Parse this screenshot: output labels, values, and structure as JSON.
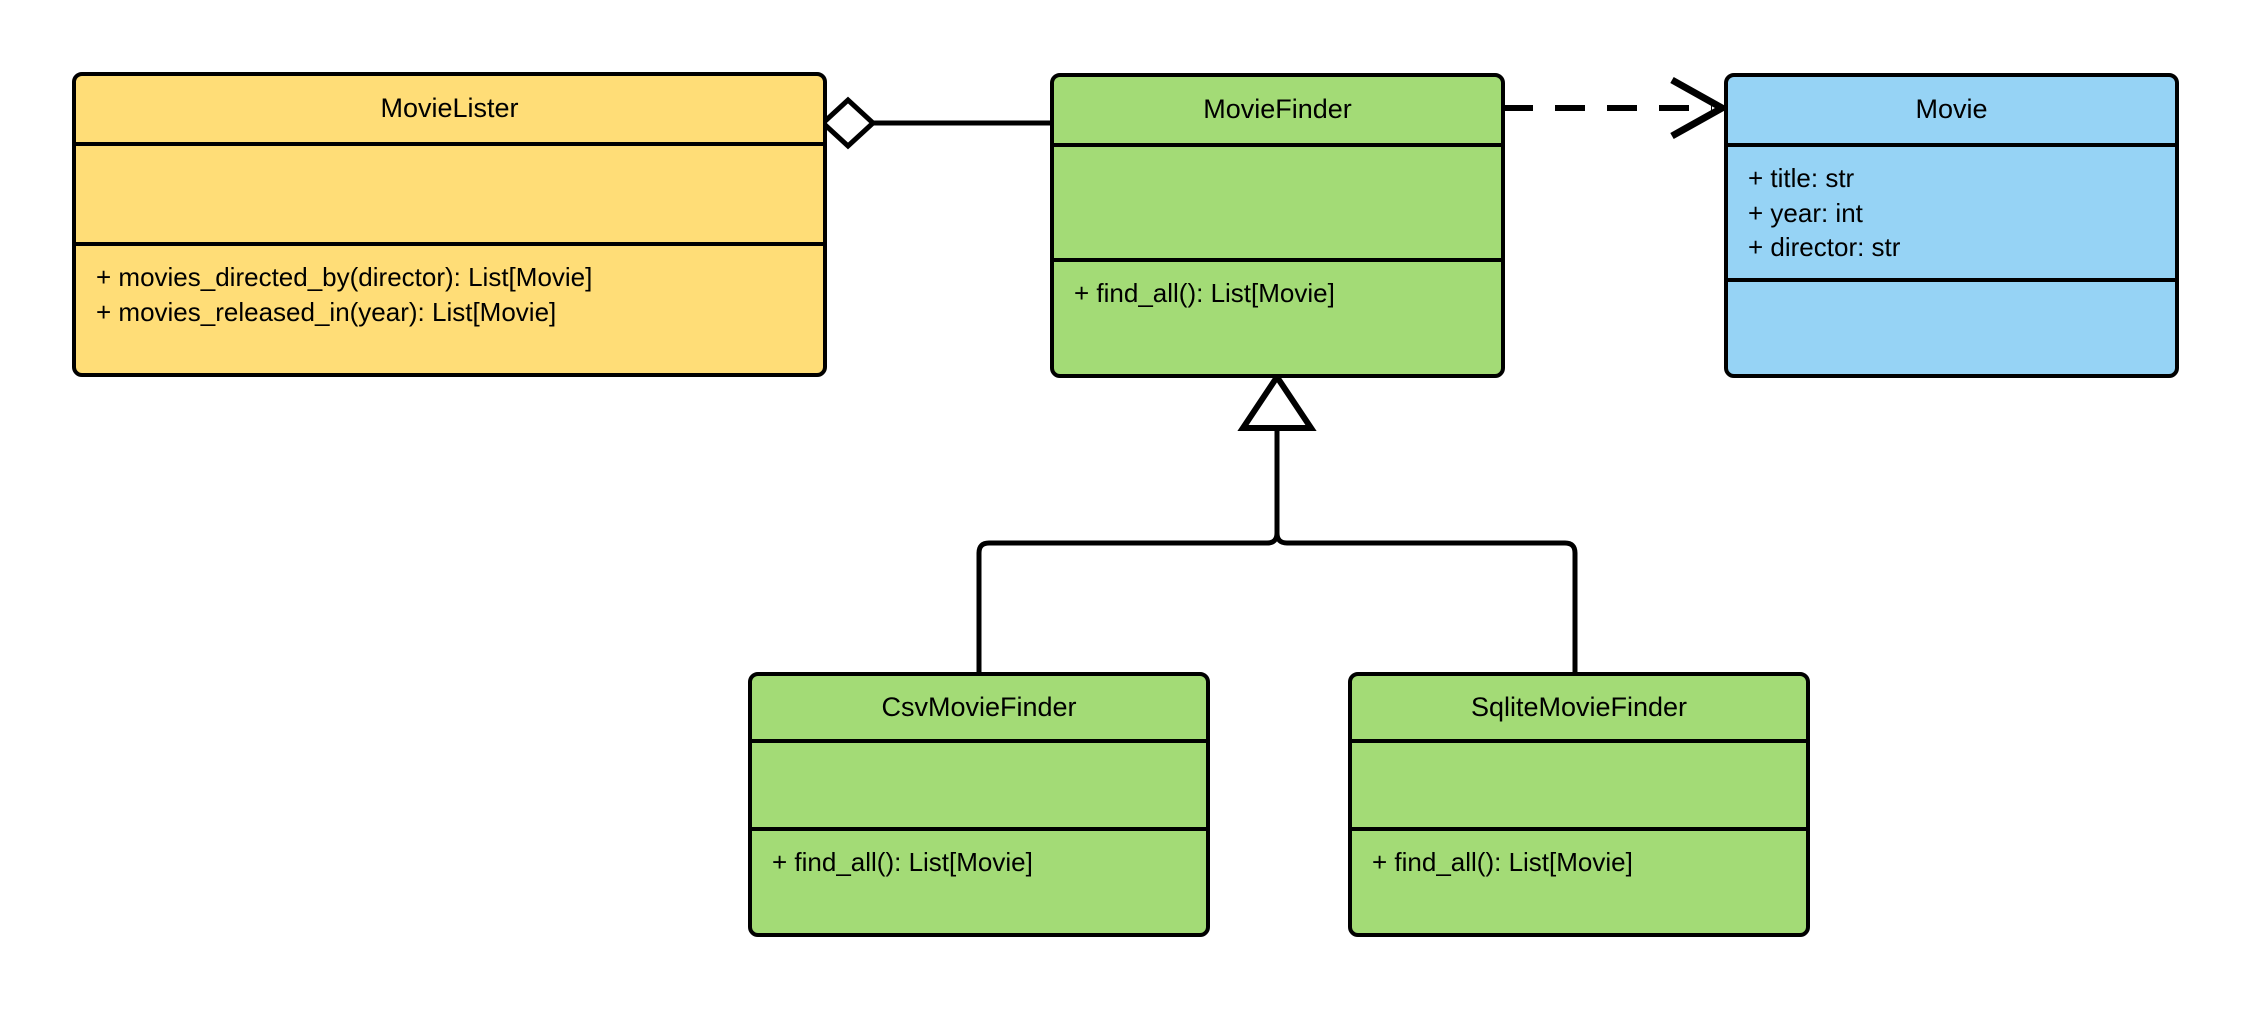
{
  "diagram": {
    "type": "uml-class-diagram",
    "title": "MovieLister dependency injection class diagram",
    "background": "#ffffff",
    "stroke": "#000000",
    "colors": {
      "client": "#FFDD77",
      "finder": "#A3DB76",
      "entity": "#96D3F5",
      "line": "#000000"
    }
  },
  "classes": [
    {
      "id": "movie-lister",
      "name": "MovieLister",
      "fill": "#FFDD77",
      "attributes": [],
      "methods": [
        "+ movies_directed_by(director): List[Movie]",
        "+ movies_released_in(year): List[Movie]"
      ]
    },
    {
      "id": "movie-finder",
      "name": "MovieFinder",
      "fill": "#A3DB76",
      "attributes": [],
      "methods": [
        "+ find_all(): List[Movie]"
      ]
    },
    {
      "id": "movie",
      "name": "Movie",
      "fill": "#96D3F5",
      "attributes": [
        "+ title: str",
        "+ year: int",
        "+ director: str"
      ],
      "methods": []
    },
    {
      "id": "csv-movie-finder",
      "name": "CsvMovieFinder",
      "fill": "#A3DB76",
      "attributes": [],
      "methods": [
        "+ find_all(): List[Movie]"
      ]
    },
    {
      "id": "sqlite-movie-finder",
      "name": "SqliteMovieFinder",
      "fill": "#A3DB76",
      "attributes": [],
      "methods": [
        "+ find_all(): List[Movie]"
      ]
    }
  ],
  "relationships": [
    {
      "id": "lister-aggregates-finder",
      "kind": "aggregation",
      "marker": "hollow-diamond",
      "line": "solid",
      "from": "MovieFinder",
      "to": "MovieLister"
    },
    {
      "id": "finder-depends-on-movie",
      "kind": "dependency",
      "marker": "open-arrow",
      "line": "dashed",
      "from": "MovieFinder",
      "to": "Movie"
    },
    {
      "id": "csv-inherits-finder",
      "kind": "generalization",
      "marker": "hollow-triangle",
      "line": "solid",
      "from": "CsvMovieFinder",
      "to": "MovieFinder"
    },
    {
      "id": "sqlite-inherits-finder",
      "kind": "generalization",
      "marker": "hollow-triangle",
      "line": "solid",
      "from": "SqliteMovieFinder",
      "to": "MovieFinder"
    }
  ]
}
